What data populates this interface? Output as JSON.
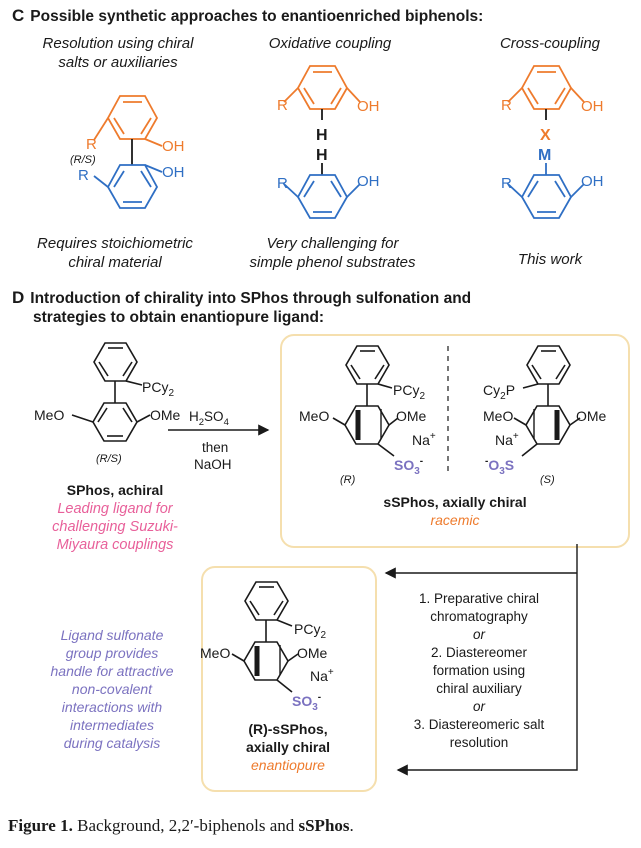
{
  "sectionC": {
    "letter": "C",
    "title": "Possible synthetic approaches to enantioenriched biphenols:",
    "col1_top_line1": "Resolution using chiral",
    "col1_top_line2": "salts or auxiliaries",
    "col2_top": "Oxidative coupling",
    "col3_top": "Cross-coupling",
    "col1_bottom_line1": "Requires stoichiometric",
    "col1_bottom_line2": "chiral material",
    "col2_bottom_line1": "Very challenging for",
    "col2_bottom_line2": "simple phenol substrates",
    "col3_bottom": "This work",
    "atoms": {
      "R": "R",
      "OH": "OH",
      "H": "H",
      "X": "X",
      "M": "M",
      "RS": "(R/S)"
    }
  },
  "sectionD": {
    "letter": "D",
    "title_line1": "Introduction of chirality into SPhos through sulfonation and",
    "title_line2": "strategies to obtain enantiopure ligand:",
    "reagent_sub_pre": "H",
    "reagent_sub_mid": "SO",
    "reagent_2": "2",
    "reagent_4": "4",
    "reagent_then": "then",
    "reagent_naoh": "NaOH",
    "sphos_name": "SPhos, achiral",
    "sphos_desc_line1": "Leading ligand for",
    "sphos_desc_line2": "challenging Suzuki-",
    "sphos_desc_line3": "Miyaura couplings",
    "ssphos_name": "sSPhos, axially chiral",
    "ssphos_racemic": "racemic",
    "r_label": "(R)",
    "s_label": "(S)",
    "rs_label": "(R/S)",
    "pcy2": "PCy",
    "cy2p": "Cy",
    "meo": "MeO",
    "ome": "OMe",
    "na": "Na",
    "so3": "SO",
    "steps": {
      "s1_line1": "1. Preparative chiral",
      "s1_line2": "chromatography",
      "or1": "or",
      "s2_line1": "2. Diastereomer",
      "s2_line2": "formation using",
      "s2_line3": "chiral auxiliary",
      "or2": "or",
      "s3_line1": "3. Diastereomeric salt",
      "s3_line2": "resolution"
    },
    "enantio_name_pre": "(R)-sSPhos,",
    "enantio_name_line2": "axially chiral",
    "enantio_pure": "enantiopure",
    "handle_text": [
      "Ligand sulfonate",
      "group provides",
      "handle for attractive",
      "non-covalent",
      "interactions with",
      "intermediates",
      "during catalysis"
    ]
  },
  "caption": {
    "label": "Figure 1.",
    "text": " Background, 2,2′-biphenols and ",
    "bold": "sSPhos",
    "end": "."
  },
  "colors": {
    "orange": "#ee7b2d",
    "blue": "#2f6fc4",
    "pink": "#e8609a",
    "purple": "#7b72c0",
    "box_border": "#f5dfae"
  }
}
